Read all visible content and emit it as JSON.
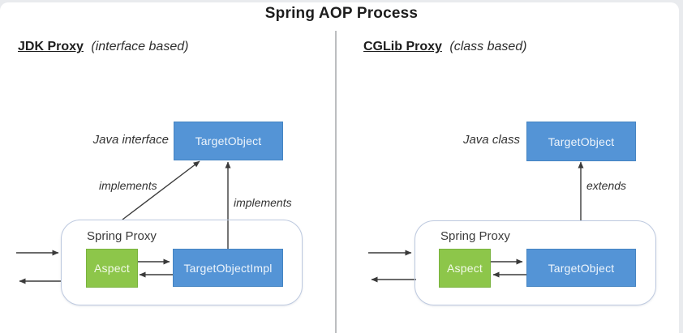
{
  "title": "Spring AOP Process",
  "panels": {
    "jdk": {
      "heading": "JDK Proxy",
      "heading_suffix": "(interface based)",
      "type_label": "Java interface",
      "top_box": "TargetObject",
      "container_label": "Spring Proxy",
      "aspect_box": "Aspect",
      "inner_box": "TargetObjectImpl",
      "edge_label_diagonal": "implements",
      "edge_label_vertical": "implements"
    },
    "cglib": {
      "heading": "CGLib Proxy",
      "heading_suffix": "(class based)",
      "type_label": "Java class",
      "top_box": "TargetObject",
      "container_label": "Spring Proxy",
      "aspect_box": "Aspect",
      "inner_box": "TargetObject",
      "edge_label_vertical": "extends"
    }
  },
  "colors": {
    "box_blue": "#5494d6",
    "box_green": "#8dc64a",
    "container_border": "#bdc9df",
    "line": "#3a3a3a"
  }
}
